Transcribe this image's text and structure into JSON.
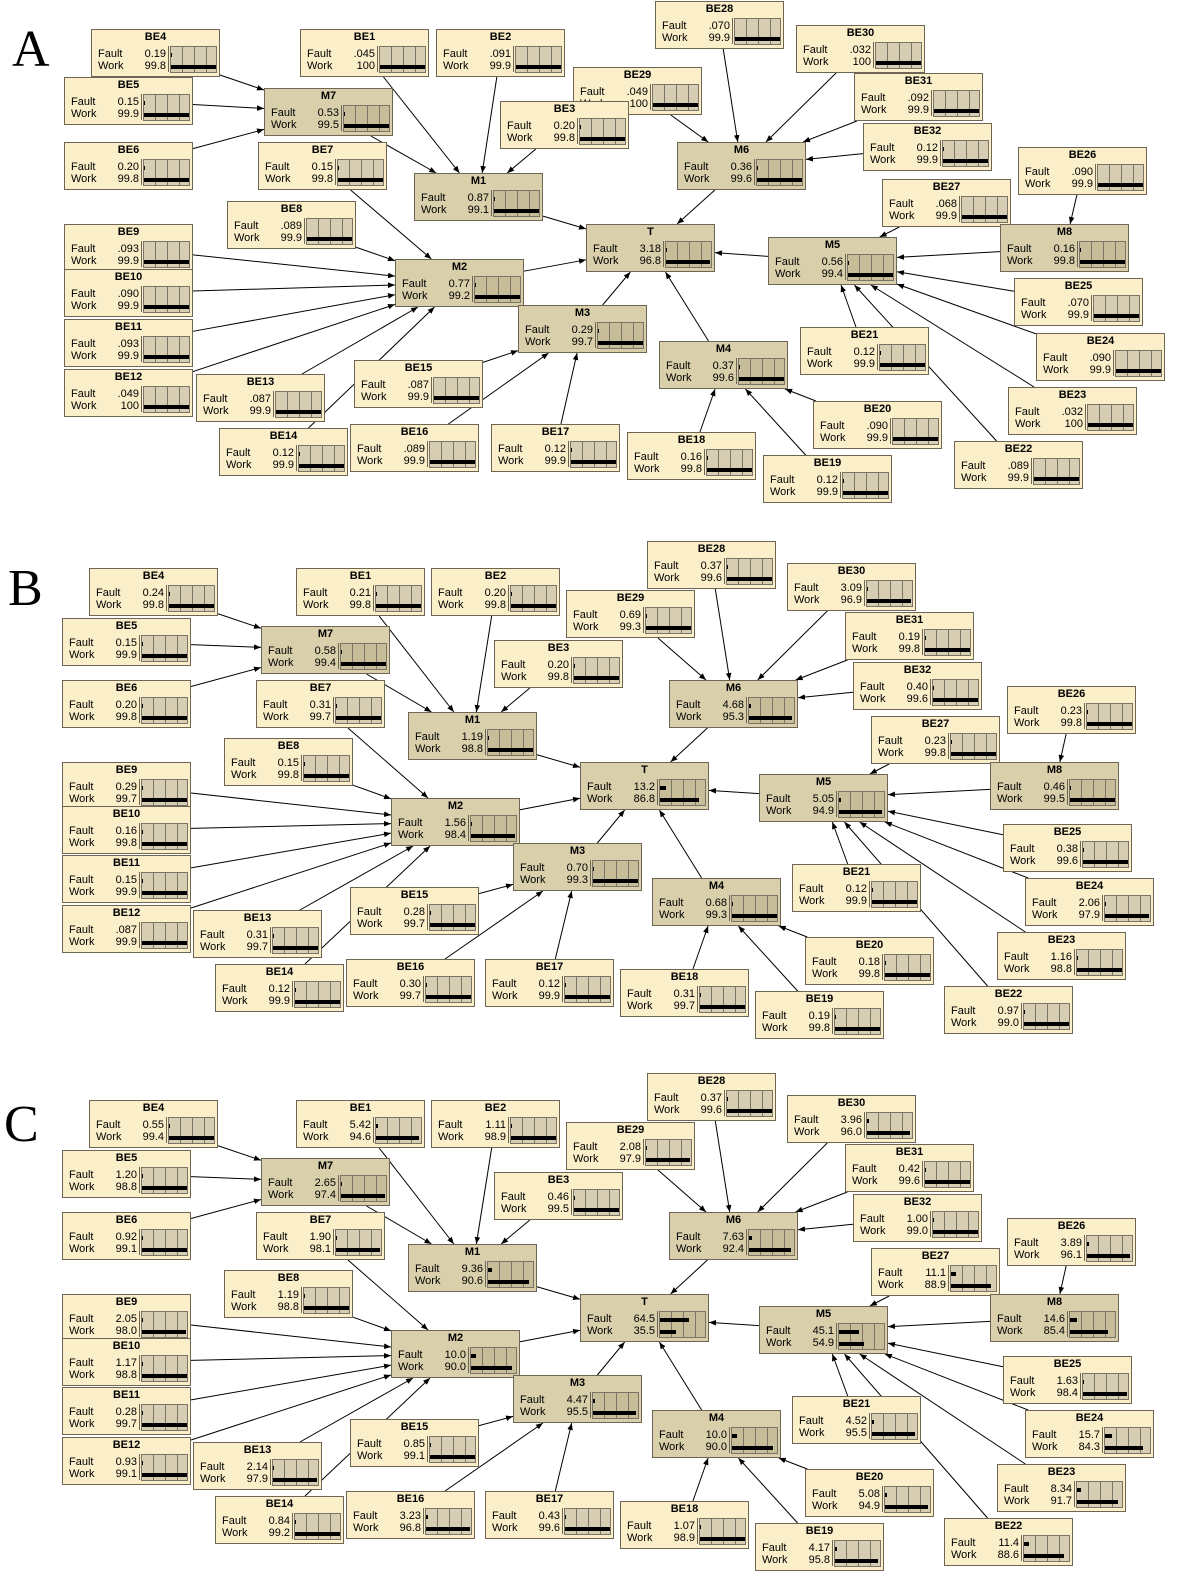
{
  "state_labels": [
    "Fault",
    "Work"
  ],
  "panels": [
    {
      "label": "A",
      "nodes": {
        "BE4": [
          "0.19",
          "99.8"
        ],
        "BE1": [
          ".045",
          "100"
        ],
        "BE2": [
          ".091",
          "99.9"
        ],
        "BE28": [
          ".070",
          "99.9"
        ],
        "BE30": [
          ".032",
          "100"
        ],
        "BE29": [
          ".049",
          "100"
        ],
        "BE31": [
          ".092",
          "99.9"
        ],
        "BE5": [
          "0.15",
          "99.9"
        ],
        "M7": [
          "0.53",
          "99.5"
        ],
        "BE3": [
          "0.20",
          "99.8"
        ],
        "BE32": [
          "0.12",
          "99.9"
        ],
        "BE6": [
          "0.20",
          "99.8"
        ],
        "BE7": [
          "0.15",
          "99.8"
        ],
        "M6": [
          "0.36",
          "99.6"
        ],
        "BE26": [
          ".090",
          "99.9"
        ],
        "M1": [
          "0.87",
          "99.1"
        ],
        "BE27": [
          ".068",
          "99.9"
        ],
        "BE8": [
          ".089",
          "99.9"
        ],
        "BE9": [
          ".093",
          "99.9"
        ],
        "T": [
          "3.18",
          "96.8"
        ],
        "M8": [
          "0.16",
          "99.8"
        ],
        "M5": [
          "0.56",
          "99.4"
        ],
        "BE10": [
          ".090",
          "99.9"
        ],
        "M2": [
          "0.77",
          "99.2"
        ],
        "BE25": [
          ".070",
          "99.9"
        ],
        "BE11": [
          ".093",
          "99.9"
        ],
        "M3": [
          "0.29",
          "99.7"
        ],
        "BE21": [
          "0.12",
          "99.9"
        ],
        "BE24": [
          ".090",
          "99.9"
        ],
        "BE15": [
          ".087",
          "99.9"
        ],
        "M4": [
          "0.37",
          "99.6"
        ],
        "BE12": [
          ".049",
          "100"
        ],
        "BE13": [
          ".087",
          "99.9"
        ],
        "BE23": [
          ".032",
          "100"
        ],
        "BE20": [
          ".090",
          "99.9"
        ],
        "BE14": [
          "0.12",
          "99.9"
        ],
        "BE16": [
          ".089",
          "99.9"
        ],
        "BE17": [
          "0.12",
          "99.9"
        ],
        "BE18": [
          "0.16",
          "99.8"
        ],
        "BE22": [
          ".089",
          "99.9"
        ],
        "BE19": [
          "0.12",
          "99.9"
        ]
      }
    },
    {
      "label": "B",
      "nodes": {
        "BE28": [
          "0.37",
          "99.6"
        ],
        "BE4": [
          "0.24",
          "99.8"
        ],
        "BE1": [
          "0.21",
          "99.8"
        ],
        "BE2": [
          "0.20",
          "99.8"
        ],
        "BE30": [
          "3.09",
          "96.9"
        ],
        "BE29": [
          "0.69",
          "99.3"
        ],
        "BE5": [
          "0.15",
          "99.9"
        ],
        "M7": [
          "0.58",
          "99.4"
        ],
        "BE31": [
          "0.19",
          "99.8"
        ],
        "BE3": [
          "0.20",
          "99.8"
        ],
        "BE32": [
          "0.40",
          "99.6"
        ],
        "BE6": [
          "0.20",
          "99.8"
        ],
        "BE7": [
          "0.31",
          "99.7"
        ],
        "M6": [
          "4.68",
          "95.3"
        ],
        "BE26": [
          "0.23",
          "99.8"
        ],
        "M1": [
          "1.19",
          "98.8"
        ],
        "BE27": [
          "0.23",
          "99.8"
        ],
        "BE8": [
          "0.15",
          "99.8"
        ],
        "BE9": [
          "0.29",
          "99.7"
        ],
        "T": [
          "13.2",
          "86.8"
        ],
        "M8": [
          "0.46",
          "99.5"
        ],
        "M5": [
          "5.05",
          "94.9"
        ],
        "BE10": [
          "0.16",
          "99.8"
        ],
        "M2": [
          "1.56",
          "98.4"
        ],
        "BE25": [
          "0.38",
          "99.6"
        ],
        "BE11": [
          "0.15",
          "99.9"
        ],
        "M3": [
          "0.70",
          "99.3"
        ],
        "BE21": [
          "0.12",
          "99.9"
        ],
        "BE24": [
          "2.06",
          "97.9"
        ],
        "BE15": [
          "0.28",
          "99.7"
        ],
        "M4": [
          "0.68",
          "99.3"
        ],
        "BE12": [
          ".087",
          "99.9"
        ],
        "BE13": [
          "0.31",
          "99.7"
        ],
        "BE23": [
          "1.16",
          "98.8"
        ],
        "BE20": [
          "0.18",
          "99.8"
        ],
        "BE14": [
          "0.12",
          "99.9"
        ],
        "BE16": [
          "0.30",
          "99.7"
        ],
        "BE17": [
          "0.12",
          "99.9"
        ],
        "BE18": [
          "0.31",
          "99.7"
        ],
        "BE22": [
          "0.97",
          "99.0"
        ],
        "BE19": [
          "0.19",
          "99.8"
        ]
      }
    },
    {
      "label": "C",
      "nodes": {
        "BE28": [
          "0.37",
          "99.6"
        ],
        "BE4": [
          "0.55",
          "99.4"
        ],
        "BE1": [
          "5.42",
          "94.6"
        ],
        "BE2": [
          "1.11",
          "98.9"
        ],
        "BE30": [
          "3.96",
          "96.0"
        ],
        "BE29": [
          "2.08",
          "97.9"
        ],
        "BE5": [
          "1.20",
          "98.8"
        ],
        "M7": [
          "2.65",
          "97.4"
        ],
        "BE31": [
          "0.42",
          "99.6"
        ],
        "BE3": [
          "0.46",
          "99.5"
        ],
        "BE32": [
          "1.00",
          "99.0"
        ],
        "BE6": [
          "0.92",
          "99.1"
        ],
        "BE7": [
          "1.90",
          "98.1"
        ],
        "M6": [
          "7.63",
          "92.4"
        ],
        "BE26": [
          "3.89",
          "96.1"
        ],
        "M1": [
          "9.36",
          "90.6"
        ],
        "BE27": [
          "11.1",
          "88.9"
        ],
        "BE8": [
          "1.19",
          "98.8"
        ],
        "BE9": [
          "2.05",
          "98.0"
        ],
        "T": [
          "64.5",
          "35.5"
        ],
        "M8": [
          "14.6",
          "85.4"
        ],
        "M5": [
          "45.1",
          "54.9"
        ],
        "BE10": [
          "1.17",
          "98.8"
        ],
        "M2": [
          "10.0",
          "90.0"
        ],
        "BE25": [
          "1.63",
          "98.4"
        ],
        "BE11": [
          "0.28",
          "99.7"
        ],
        "M3": [
          "4.47",
          "95.5"
        ],
        "BE21": [
          "4.52",
          "95.5"
        ],
        "BE24": [
          "15.7",
          "84.3"
        ],
        "BE15": [
          "0.85",
          "99.1"
        ],
        "M4": [
          "10.0",
          "90.0"
        ],
        "BE12": [
          "0.93",
          "99.1"
        ],
        "BE13": [
          "2.14",
          "97.9"
        ],
        "BE23": [
          "8.34",
          "91.7"
        ],
        "BE20": [
          "5.08",
          "94.9"
        ],
        "BE14": [
          "0.84",
          "99.2"
        ],
        "BE16": [
          "3.23",
          "96.8"
        ],
        "BE17": [
          "0.43",
          "99.6"
        ],
        "BE18": [
          "1.07",
          "98.9"
        ],
        "BE22": [
          "11.4",
          "88.6"
        ],
        "BE19": [
          "4.17",
          "95.8"
        ]
      }
    }
  ],
  "edges": [
    [
      "BE4",
      "M7"
    ],
    [
      "BE5",
      "M7"
    ],
    [
      "BE6",
      "M7"
    ],
    [
      "M7",
      "M1"
    ],
    [
      "BE1",
      "M1"
    ],
    [
      "BE2",
      "M1"
    ],
    [
      "BE3",
      "M1"
    ],
    [
      "M1",
      "T"
    ],
    [
      "BE28",
      "M6"
    ],
    [
      "BE29",
      "M6"
    ],
    [
      "BE30",
      "M6"
    ],
    [
      "BE31",
      "M6"
    ],
    [
      "BE32",
      "M6"
    ],
    [
      "M6",
      "T"
    ],
    [
      "BE7",
      "M2"
    ],
    [
      "BE8",
      "M2"
    ],
    [
      "BE9",
      "M2"
    ],
    [
      "BE10",
      "M2"
    ],
    [
      "BE11",
      "M2"
    ],
    [
      "BE12",
      "M2"
    ],
    [
      "BE13",
      "M2"
    ],
    [
      "BE14",
      "M2"
    ],
    [
      "M2",
      "T"
    ],
    [
      "BE15",
      "M3"
    ],
    [
      "BE16",
      "M3"
    ],
    [
      "BE17",
      "M3"
    ],
    [
      "M3",
      "T"
    ],
    [
      "BE18",
      "M4"
    ],
    [
      "BE19",
      "M4"
    ],
    [
      "BE20",
      "M4"
    ],
    [
      "M4",
      "T"
    ],
    [
      "BE26",
      "M8"
    ],
    [
      "M8",
      "M5"
    ],
    [
      "BE27",
      "M5"
    ],
    [
      "BE25",
      "M5"
    ],
    [
      "BE24",
      "M5"
    ],
    [
      "BE23",
      "M5"
    ],
    [
      "BE22",
      "M5"
    ],
    [
      "BE21",
      "M5"
    ],
    [
      "M5",
      "T"
    ]
  ]
}
